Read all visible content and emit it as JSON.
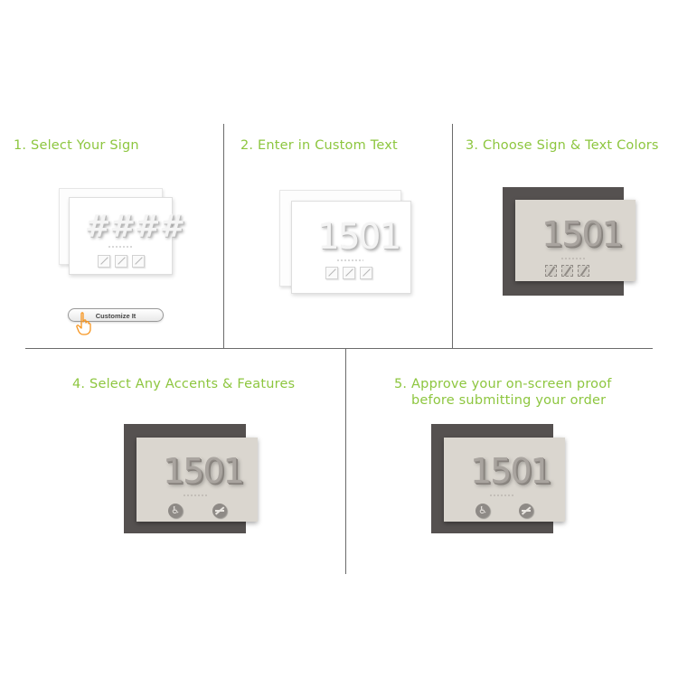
{
  "steps": [
    {
      "title": "1. Select Your Sign",
      "sign_text": "####",
      "button_label": "Customize It"
    },
    {
      "title": "2.  Enter in Custom Text",
      "sign_text": "1501"
    },
    {
      "title": "3. Choose Sign & Text Colors",
      "sign_text": "1501"
    },
    {
      "title": "4.  Select Any Accents & Features",
      "sign_text": "1501"
    },
    {
      "title_line1": "5. Approve your on-screen proof",
      "title_line2": "before submitting your order",
      "sign_text": "1501"
    }
  ],
  "colors": {
    "title_green": "#8dc63f",
    "divider": "#6b6b6b",
    "dark_backplate": "#555150",
    "light_face": "#dad6cf",
    "hand_orange": "#f7941d"
  },
  "icons": [
    "pointing-hand-icon",
    "wheelchair-icon",
    "no-smoking-icon"
  ]
}
